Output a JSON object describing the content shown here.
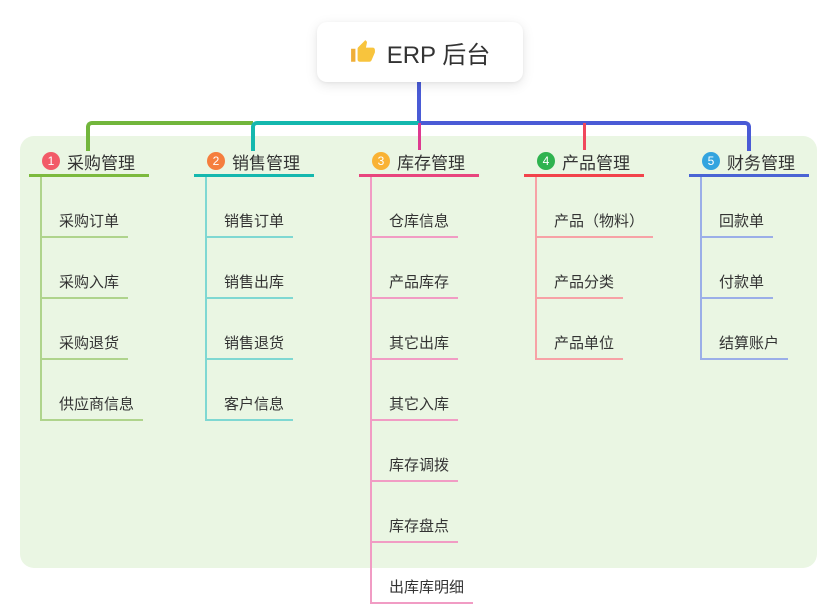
{
  "root": {
    "title": "ERP 后台",
    "icon": "thumbs-up-icon"
  },
  "branches": [
    {
      "num": "1",
      "title": "采购管理",
      "badge_color": "#F25B68",
      "line_color": "#7CBA3D",
      "child_line_color": "#AFD48C",
      "children": [
        "采购订单",
        "采购入库",
        "采购退货",
        "供应商信息"
      ]
    },
    {
      "num": "2",
      "title": "销售管理",
      "badge_color": "#F57E3E",
      "line_color": "#14B8AE",
      "child_line_color": "#7FD8D2",
      "children": [
        "销售订单",
        "销售出库",
        "销售退货",
        "客户信息"
      ]
    },
    {
      "num": "3",
      "title": "库存管理",
      "badge_color": "#F9B234",
      "line_color": "#E8457E",
      "child_line_color": "#F19CC4",
      "children": [
        "仓库信息",
        "产品库存",
        "其它出库",
        "其它入库",
        "库存调拨",
        "库存盘点",
        "出库库明细"
      ]
    },
    {
      "num": "4",
      "title": "产品管理",
      "badge_color": "#2FB34F",
      "line_color": "#F2434B",
      "child_line_color": "#F7A2A6",
      "children": [
        "产品（物料）",
        "产品分类",
        "产品单位"
      ]
    },
    {
      "num": "5",
      "title": "财务管理",
      "badge_color": "#33A4DF",
      "line_color": "#4A64D4",
      "child_line_color": "#9BAEE8",
      "children": [
        "回款单",
        "付款单",
        "结算账户"
      ]
    }
  ],
  "connectors": {
    "root_stem": "#4A5BD6",
    "bus_left_green": "#72B63C",
    "bus_mid_teal": "#14B8AE",
    "bus_right_blue": "#4A5BD6",
    "drop_pink": "#DE3A90",
    "drop_red": "#F0475C"
  },
  "canvas": {
    "background": "#FFFFFF",
    "panel_color": "#EAF6E3"
  },
  "icon_colors": {
    "thumb_main": "#F8C43D",
    "thumb_cuff": "#EFAE37"
  }
}
